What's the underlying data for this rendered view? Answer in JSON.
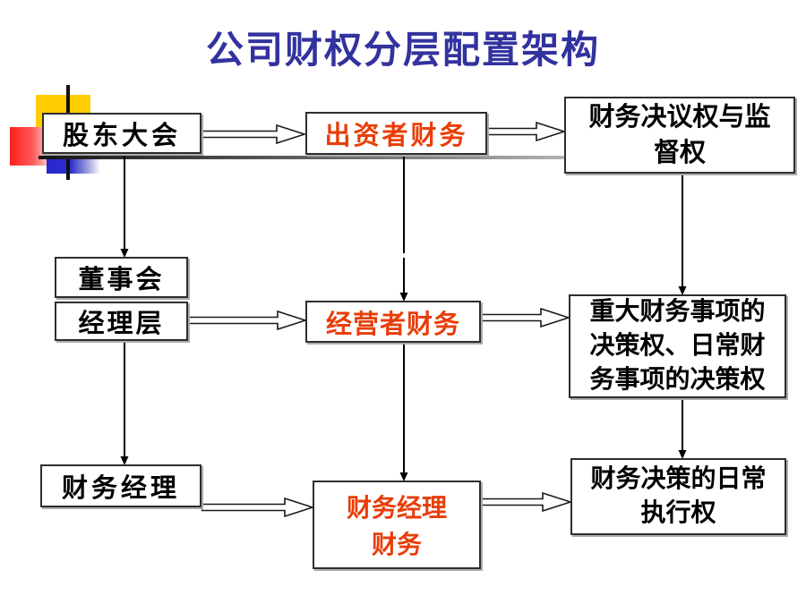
{
  "slide": {
    "title": "公司财权分层配置架构",
    "colors": {
      "title_blue": "#32329f",
      "accent_red": "#e83e0a",
      "deco_yellow": "#ffcc00",
      "deco_red": "#ff1f1f",
      "deco_blue": "#2626cc"
    }
  },
  "nodes": {
    "shareholders": {
      "label": "股东大会"
    },
    "investor_finance": {
      "label": "出资者财务"
    },
    "resolution_power": {
      "lines": [
        "财务决议权与监",
        "督权"
      ]
    },
    "board": {
      "label": "董事会"
    },
    "managers": {
      "label": "经理层"
    },
    "operator_finance": {
      "label": "经营者财务"
    },
    "major_decision": {
      "lines": [
        "重大财务事项的",
        "决策权、日常财",
        "务事项的决策权"
      ]
    },
    "finance_manager": {
      "label": "财务经理"
    },
    "finance_manager_finance": {
      "lines": [
        "财务经理",
        "财务"
      ]
    },
    "daily_execution": {
      "lines": [
        "财务决策的日常",
        "执行权"
      ]
    }
  }
}
